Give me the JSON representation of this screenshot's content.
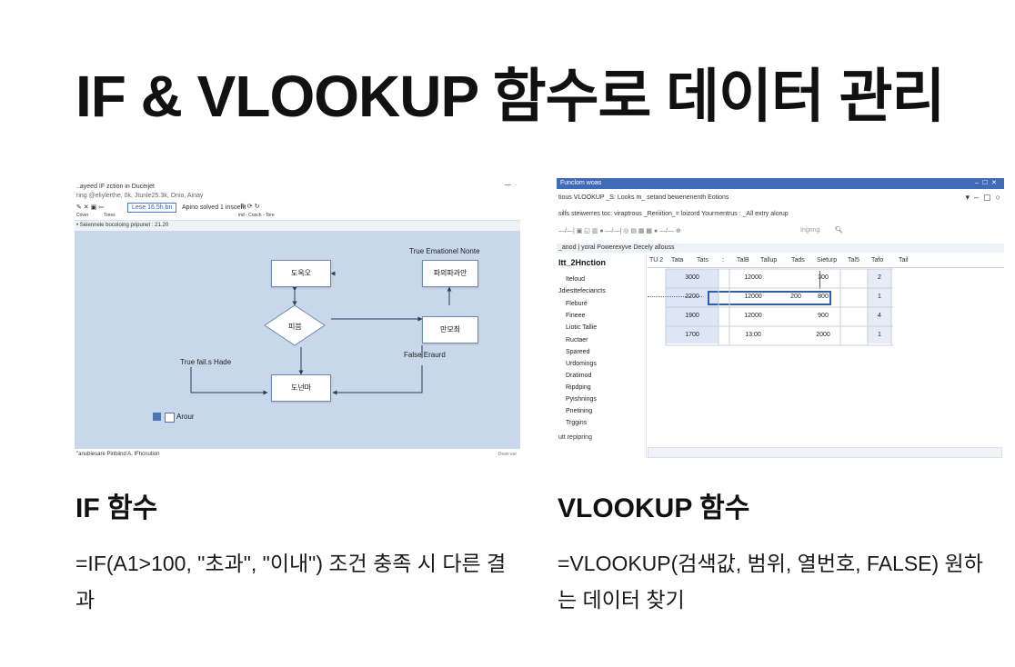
{
  "page": {
    "title": "IF & VLOOKUP 함수로 데이터 관리"
  },
  "cards": [
    {
      "title": "IF 함수",
      "desc": "=IF(A1>100, \"초과\", \"이내\") 조건 충족 시 다른 결과"
    },
    {
      "title": "VLOOKUP 함수",
      "desc": "=VLOOKUP(검색값, 범위, 열번호, FALSE) 원하는 데이터 찾기"
    }
  ],
  "if_shot": {
    "window_title": "..ayeed IF zction in Duceijet",
    "subtitle": "ring @eliylerthe, 0k, Jtunle25.3k, Onio, Ainay",
    "toolbar": [
      "Cover",
      "Trees"
    ],
    "field_label": "Lese 16.5h.bn",
    "toolbar_text": "Apino solved 1 insoent",
    "toolbar_right": "ind - Conch - Tore",
    "status_line": "• Seiennele bocoloing pripunet : 21.20",
    "nodes": {
      "top_left": "도옥오",
      "top_right": "파의파과안",
      "diamond": "피븜",
      "mid_right": "만모최",
      "bottom": "도넌마"
    },
    "labels": {
      "true_top": "True Emationel Nonte",
      "true_left": "True fail.s Hade",
      "false": "False Eraurd",
      "legend": "Arour"
    },
    "footer_left": "\"anubiesare Pinbiind A. IFhcnution",
    "footer_right": "Dean var"
  },
  "vl_shot": {
    "window_title": "Funclom woas",
    "menu_line": "tious VLOOKUP _S: Looks m_ setand bewenenenth Eotions",
    "formula_line": "silfs steiwerres toc: viraptrous _Reriiition_= loizord Yourmentrus : _All extry alorup",
    "toolbar_text": "Ingring",
    "tabs_line": "_anod | yoral  Powerexyve  Decely allouss",
    "sidebar_title": "ltt_2Hnction",
    "sidebar_items": [
      "Iteloud",
      "Jdiesttefeciancts",
      "Fleburé",
      "Fineee",
      "Liotic Tallie",
      "Ructaer",
      "Spareed",
      "Urdomings",
      "Dratimod",
      "Ripdping",
      "Pyishnings",
      "Pnetining",
      "Trggins"
    ],
    "sidebar_footer": "utt repipring",
    "columns": [
      "TU 2",
      "Tata",
      "Tats",
      ":",
      "TalB",
      "Tallup",
      "Tads",
      "Sieturp",
      "Tal5",
      "Tafo",
      "Tail"
    ],
    "rows": [
      [
        "3000",
        "12000",
        "300",
        "2"
      ],
      [
        "2200",
        "12000",
        "200",
        "800",
        "1"
      ],
      [
        "1900",
        "12000",
        "900",
        "4"
      ],
      [
        "1700",
        "13:00",
        "2000",
        "1"
      ]
    ]
  }
}
